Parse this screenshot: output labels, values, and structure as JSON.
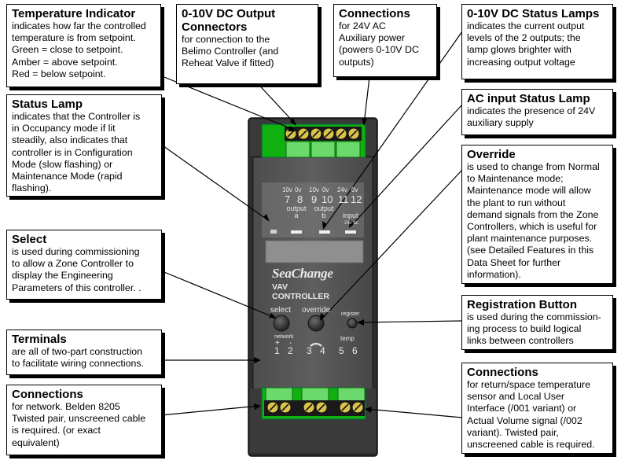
{
  "callouts": {
    "temp_indicator": {
      "title": "Temperature Indicator",
      "body": "indicates how far the controlled\ntemperature is from setpoint.\nGreen = close to setpoint.\nAmber = above setpoint.\nRed = below setpoint."
    },
    "output_connectors": {
      "title": "0-10V DC Output\nConnectors",
      "body": "for connection to the\nBelimo Controller (and\nReheat Valve if fitted)"
    },
    "connections_24v": {
      "title": "Connections",
      "body": "for 24V AC\nAuxiliary power\n(powers 0-10V DC\noutputs)"
    },
    "status_lamps_0_10": {
      "title": "0-10V DC Status Lamps",
      "body": "indicates the current output\nlevels of the 2 outputs; the\nlamp glows brighter with\nincreasing output voltage"
    },
    "status_lamp": {
      "title": "Status Lamp",
      "body": "indicates that the Controller is\nin Occupancy mode if lit\nsteadily, also indicates that\ncontroller is in Configuration\nMode (slow flashing) or\nMaintenance Mode (rapid\nflashing)."
    },
    "ac_input_lamp": {
      "title": "AC input Status Lamp",
      "body": "indicates the presence of 24V\nauxiliary supply"
    },
    "override": {
      "title": "Override",
      "body": "is used to change from Normal\nto Maintenance mode;\nMaintenance mode will allow\nthe plant to run without\ndemand signals from the Zone\nControllers, which is useful for\nplant maintenance purposes.\n(see Detailed Features in this\nData Sheet for further\ninformation)."
    },
    "select": {
      "title": "Select",
      "body": "is used during commissioning\nto allow a Zone Controller to\ndisplay the Engineering\nParameters of this controller. ."
    },
    "registration": {
      "title": "Registration Button",
      "body": "is used during the commission-\ning process to build logical\nlinks between controllers"
    },
    "terminals": {
      "title": "Terminals",
      "body": "are all of two-part construction\nto facilitate wiring connections."
    },
    "connections_network": {
      "title": "Connections",
      "body": "for network. Belden 8205\nTwisted pair, unscreened cable\nis required. (or exact\nequivalent)"
    },
    "connections_sensor": {
      "title": "Connections",
      "body": "for return/space temperature\nsensor and Local User\nInterface (/001 variant) or\nActual Volume signal (/002\nvariant). Twisted pair,\nunscreened cable is required."
    }
  },
  "device": {
    "brand": "SeaChange",
    "model_line1": "VAV",
    "model_line2": "CONTROLLER",
    "top_voltages": [
      "10v",
      "0v",
      "10v",
      "0v",
      "24v",
      "0v"
    ],
    "top_numbers": [
      "7",
      "8",
      "9",
      "10",
      "11",
      "12"
    ],
    "output_a_label": "output\na",
    "output_b_label": "output\nb",
    "input_label": "input",
    "input_sub_label": "24v ac",
    "select_label": "select",
    "override_label": "override",
    "register_label": "register",
    "network_label": "network",
    "network_signs": [
      "+",
      "-"
    ],
    "temp_label": "temp",
    "bottom_numbers": [
      "1",
      "2",
      "3",
      "4",
      "5",
      "6"
    ]
  }
}
